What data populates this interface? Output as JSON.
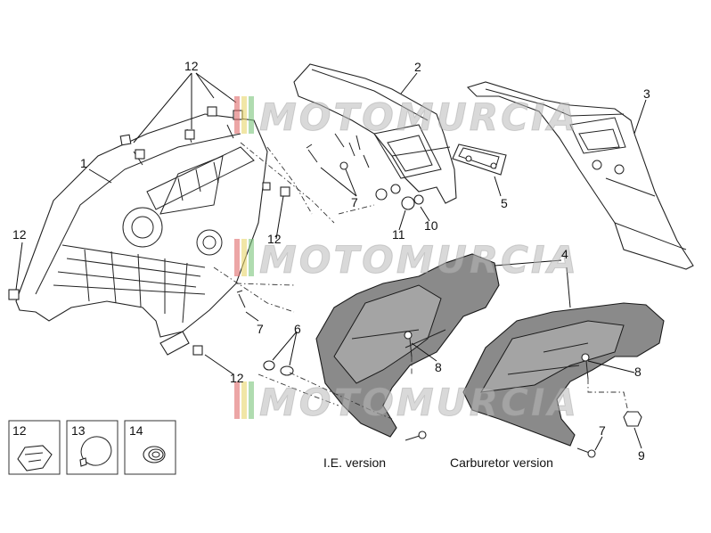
{
  "watermark_text": "MOTOMURCIA",
  "callouts": {
    "c1": "1",
    "c2": "2",
    "c3": "3",
    "c4": "4",
    "c5": "5",
    "c6": "6",
    "c7a": "7",
    "c7b": "7",
    "c7c": "7",
    "c8a": "8",
    "c8b": "8",
    "c9": "9",
    "c10": "10",
    "c11": "11",
    "c12a": "12",
    "c12b": "12",
    "c12c": "12",
    "c12d": "12"
  },
  "captions": {
    "ie_version": "I.E. version",
    "carburetor_version": "Carburetor version"
  },
  "legend": [
    {
      "number": "12",
      "icon": "clip-nut-icon"
    },
    {
      "number": "13",
      "icon": "hose-clamp-icon"
    },
    {
      "number": "14",
      "icon": "grommet-icon"
    }
  ],
  "colors": {
    "line": "#222222",
    "panel_gray": "#8a8a8a",
    "watermark": "#b9b9b9",
    "stripe_red": "#e06a6a",
    "stripe_yellow": "#e8d66a",
    "stripe_green": "#7cc47c"
  }
}
